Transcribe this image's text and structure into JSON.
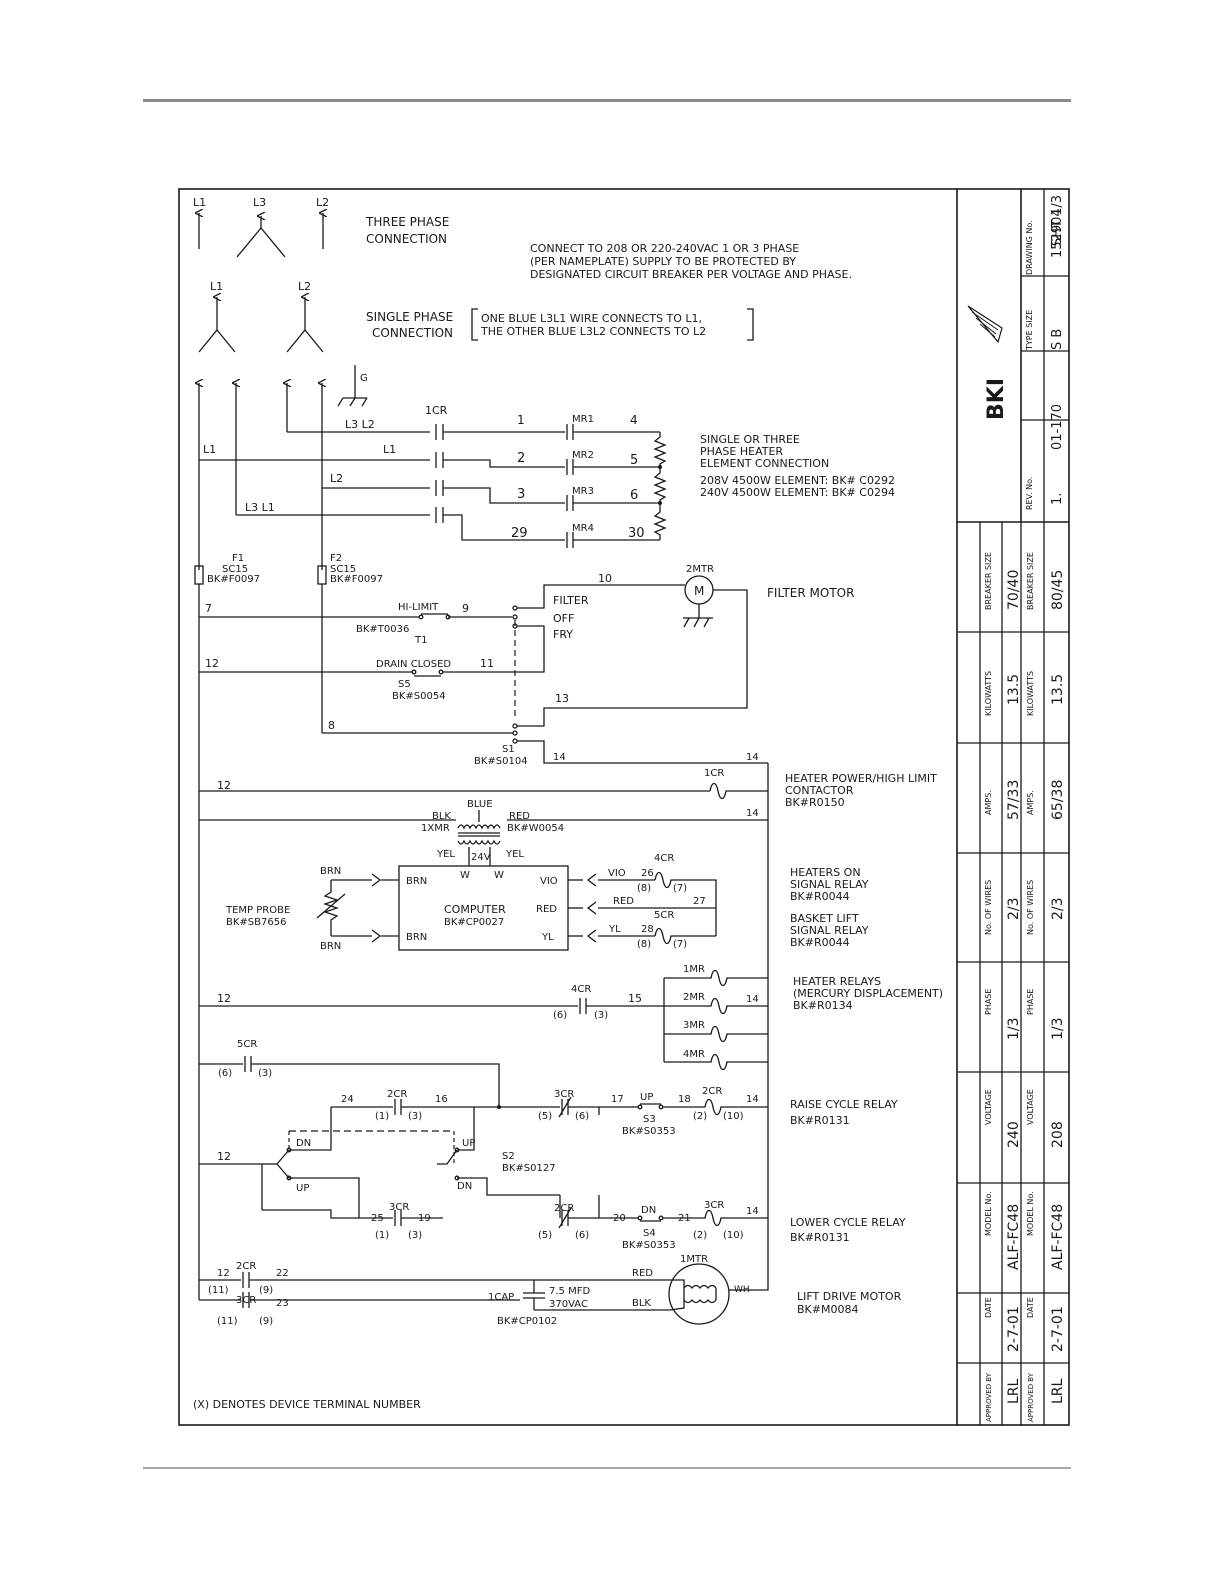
{
  "supply": {
    "three_phase_lines": [
      "L1",
      "L3",
      "L2"
    ],
    "three_phase_label": [
      "THREE PHASE",
      "CONNECTION"
    ],
    "single_phase_lines": [
      "L1",
      "L2"
    ],
    "single_phase_label": [
      "SINGLE PHASE",
      "CONNECTION"
    ],
    "single_phase_note": [
      "ONE BLUE L3L1 WIRE CONNECTS TO L1,",
      "THE OTHER BLUE L3L2 CONNECTS TO L2"
    ],
    "note": [
      "CONNECT TO 208 OR 220-240VAC 1 OR 3 PHASE",
      "(PER NAMEPLATE) SUPPLY TO BE PROTECTED BY",
      "DESIGNATED CIRCUIT BREAKER PER VOLTAGE AND PHASE."
    ],
    "ground": "G"
  },
  "heater_section": {
    "wire_labels": {
      "l3l2": "L3 L2",
      "l1_a": "L1",
      "l1_b": "L1",
      "l2": "L2",
      "l3l1": "L3 L1"
    },
    "contactor": "1CR",
    "rows": [
      {
        "left": "1",
        "relay": "MR1",
        "right": "4"
      },
      {
        "left": "2",
        "relay": "MR2",
        "right": "5"
      },
      {
        "left": "3",
        "relay": "MR3",
        "right": "6"
      },
      {
        "left": "29",
        "relay": "MR4",
        "right": "30"
      }
    ],
    "description": [
      "SINGLE OR THREE",
      "PHASE HEATER",
      "ELEMENT CONNECTION",
      "208V 4500W ELEMENT: BK# C0292",
      "240V 4500W ELEMENT: BK# C0294"
    ]
  },
  "fuses": [
    {
      "name": "F1",
      "type": "SC15",
      "part": "BK#F0097"
    },
    {
      "name": "F2",
      "type": "SC15",
      "part": "BK#F0097"
    }
  ],
  "control": {
    "wire_7": "7",
    "wire_9": "9",
    "wire_10": "10",
    "wire_11": "11",
    "wire_12": "12",
    "wire_13": "13",
    "wire_14": "14",
    "wire_8": "8",
    "hi_limit": "HI-LIMIT",
    "hi_limit_part": "BK#T0036",
    "hi_limit_tag": "T1",
    "filter_motor_tag": "2MTR",
    "motor_symbol": "M",
    "filter_motor_label": "FILTER MOTOR",
    "switch_positions": [
      "FILTER",
      "OFF",
      "FRY"
    ],
    "drain": "DRAIN CLOSED",
    "drain_tag": "S5",
    "drain_part": "BK#S0054",
    "s1_tag": "S1",
    "s1_part": "BK#S0104",
    "cr1": "1CR",
    "contactor_desc": [
      "HEATER POWER/HIGH LIMIT",
      "CONTACTOR",
      "BK#R0150"
    ],
    "transformer": {
      "tag": "1XMR",
      "blue": "BLUE",
      "blk": "BLK",
      "red": "RED",
      "part": "BK#W0054",
      "yel_l": "YEL",
      "v24": "24V",
      "yel_r": "YEL"
    }
  },
  "computer": {
    "title": "COMPUTER",
    "part": "BK#CP0027",
    "pins": {
      "brn_top": "BRN",
      "brn_bot": "BRN",
      "w1": "W",
      "w2": "W",
      "vio": "VIO",
      "red": "RED",
      "yl": "YL"
    },
    "probe_brn_top": "BRN",
    "probe_brn_bot": "BRN",
    "probe_label": "TEMP PROBE",
    "probe_part": "BK#SB7656",
    "vio_wire": "VIO",
    "vio_num": "26",
    "red_wire": "RED",
    "red_num": "27",
    "yl_wire": "YL",
    "yl_num": "28",
    "cr4": "4CR",
    "cr4_t1": "(8)",
    "cr4_t2": "(7)",
    "cr5": "5CR",
    "cr5_t1": "(8)",
    "cr5_t2": "(7)",
    "desc_heaters": [
      "HEATERS ON",
      "SIGNAL RELAY",
      "BK#R0044"
    ],
    "desc_basket": [
      "BASKET LIFT",
      "SIGNAL RELAY",
      "BK#R0044"
    ]
  },
  "heater_relays": {
    "contact": "4CR",
    "t1": "(6)",
    "t2": "(3)",
    "wire": "15",
    "wire12": "12",
    "wire14": "14",
    "coils": [
      "1MR",
      "2MR",
      "3MR",
      "4MR"
    ],
    "desc": [
      "HEATER RELAYS",
      "(MERCURY DISPLACEMENT)",
      "BK#R0134"
    ]
  },
  "lift": {
    "cr5": "5CR",
    "cr5_t1": "(6)",
    "cr5_t2": "(3)",
    "w24": "24",
    "cr2a": "2CR",
    "w16": "16",
    "cr2a_t1": "(1)",
    "cr2a_t2": "(3)",
    "cr3a": "3CR",
    "cr3a_t1": "(5)",
    "cr3a_t2": "(6)",
    "w17": "17",
    "up": "UP",
    "w18": "18",
    "s3": "S3",
    "s3_part": "BK#S0353",
    "cr2c": "2CR",
    "cr2c_t1": "(2)",
    "cr2c_t2": "(10)",
    "w14a": "14",
    "dn_l": "DN",
    "up_l": "UP",
    "w12": "12",
    "up_r": "UP",
    "dn_r": "DN",
    "s2": "S2",
    "s2_part": "BK#S0127",
    "w25": "25",
    "cr3b": "3CR",
    "w19": "19",
    "cr3b_t1": "(1)",
    "cr3b_t2": "(3)",
    "cr2b": "2CR",
    "cr2b_t1": "(5)",
    "cr2b_t2": "(6)",
    "w20": "20",
    "dn": "DN",
    "w21": "21",
    "s4": "S4",
    "s4_part": "BK#S0353",
    "cr3c": "3CR",
    "cr3c_t1": "(2)",
    "cr3c_t2": "(10)",
    "w14b": "14",
    "raise_desc": [
      "RAISE CYCLE RELAY",
      "BK#R0131"
    ],
    "lower_desc": [
      "LOWER CYCLE RELAY",
      "BK#R0131"
    ]
  },
  "motor": {
    "w12": "12",
    "cr2": "2CR",
    "w22": "22",
    "t11a": "(11)",
    "t9a": "(9)",
    "cr3": "3CR",
    "w23": "23",
    "t11b": "(11)",
    "t9b": "(9)",
    "cap": "1CAP",
    "mfd": "7.5 MFD",
    "vac": "370VAC",
    "cap_part": "BK#CP0102",
    "red": "RED",
    "blk": "BLK",
    "mtr": "1MTR",
    "wh": "WH",
    "desc": [
      "LIFT DRIVE MOTOR",
      "BK#M0084"
    ]
  },
  "legend": "(X) DENOTES DEVICE TERMINAL NUMBER",
  "title_block": {
    "logo": "BKI",
    "type_size_label": "TYPE SIZE",
    "type_size": "S B",
    "drawing_no_label": "DRAWING No.",
    "drawing_no": "152904",
    "sheet": "SHT 1/3",
    "rev_label": "REV. No.",
    "rev": "1.",
    "doc": "01-170",
    "columns": [
      {
        "label": "BREAKER SIZE",
        "a": "70/40",
        "b": "80/45"
      },
      {
        "label": "KILOWATTS",
        "a": "13.5",
        "b": "13.5"
      },
      {
        "label": "AMPS.",
        "a": "57/33",
        "b": "65/38"
      },
      {
        "label": "No. OF WIRES",
        "a": "2/3",
        "b": "2/3"
      },
      {
        "label": "PHASE",
        "a": "1/3",
        "b": "1/3"
      },
      {
        "label": "VOLTAGE",
        "a": "240",
        "b": "208"
      },
      {
        "label": "MODEL No.",
        "a": "ALF-FC48",
        "b": "ALF-FC48"
      },
      {
        "label": "DATE",
        "a": "2-7-01",
        "b": "2-7-01"
      },
      {
        "label": "APPROVED BY",
        "a": "LRL",
        "b": "LRL"
      }
    ]
  }
}
